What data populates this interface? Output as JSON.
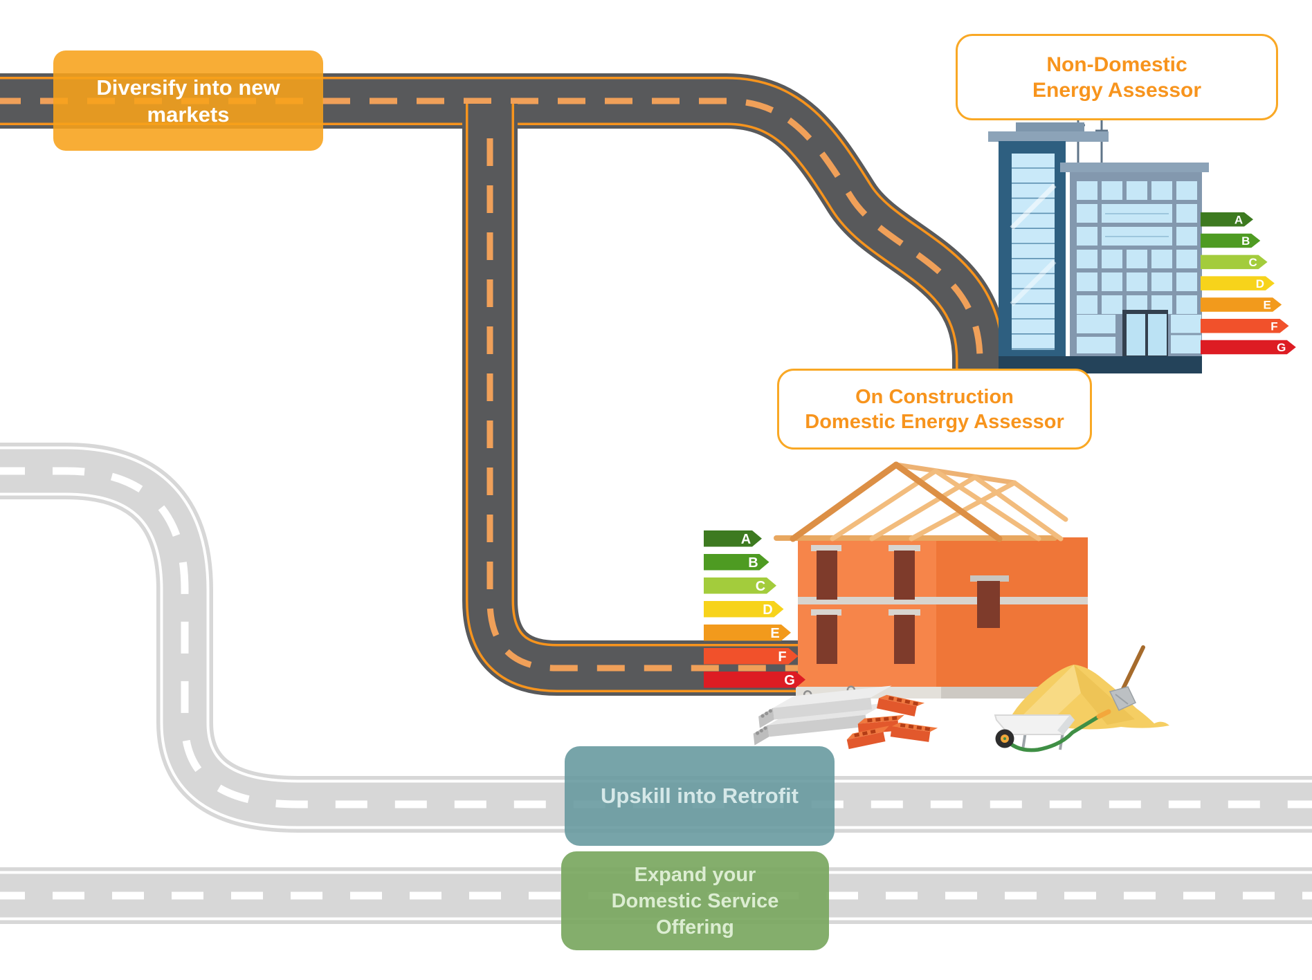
{
  "page": {
    "background": "#FFFFFF"
  },
  "banners": {
    "diversify": {
      "lines": [
        "Diversify into new",
        "markets"
      ],
      "bg": "rgba(247,162,26,0.88)",
      "text_color": "#FFFFFF"
    },
    "non_domestic": {
      "lines": [
        "Non-Domestic",
        "Energy Assessor"
      ],
      "text_color": "#F7941D",
      "border_color": "#F9A825",
      "bg": "#FFFFFF"
    },
    "on_construction": {
      "lines": [
        "On Construction",
        "Domestic Energy Assessor"
      ],
      "text_color": "#F7941D",
      "border_color": "#F9A825",
      "bg": "#FFFFFF"
    },
    "upskill": {
      "lines": [
        "Upskill into Retrofit"
      ],
      "bg": "rgba(104,154,160,0.9)",
      "text_color": "#D5E8E8"
    },
    "expand": {
      "lines": [
        "Expand your",
        "Domestic Service",
        "Offering"
      ],
      "bg": "rgba(122,167,95,0.92)",
      "text_color": "#DCEDD2"
    }
  },
  "energy_scale": {
    "grades": [
      {
        "label": "A",
        "color": "#3D7A20"
      },
      {
        "label": "B",
        "color": "#4E9B22"
      },
      {
        "label": "C",
        "color": "#A3CC3C"
      },
      {
        "label": "D",
        "color": "#F7D31B"
      },
      {
        "label": "E",
        "color": "#F29A1C"
      },
      {
        "label": "F",
        "color": "#F1512B"
      },
      {
        "label": "G",
        "color": "#DD1C23"
      }
    ],
    "label_color": "#FFFFFF"
  },
  "roads": {
    "dark_body": "#58595B",
    "dark_edge_line": "#F7941D",
    "dark_center_dash": "#F0A059",
    "light_body": "#D7D7D7",
    "light_edge_line": "#FFFFFF",
    "light_center_dash": "#FFFFFF"
  },
  "scene": {
    "illustrations": [
      "office-building",
      "house-under-construction",
      "concrete-slabs",
      "bricks",
      "wheelbarrow",
      "sand-pile",
      "shovel"
    ]
  }
}
